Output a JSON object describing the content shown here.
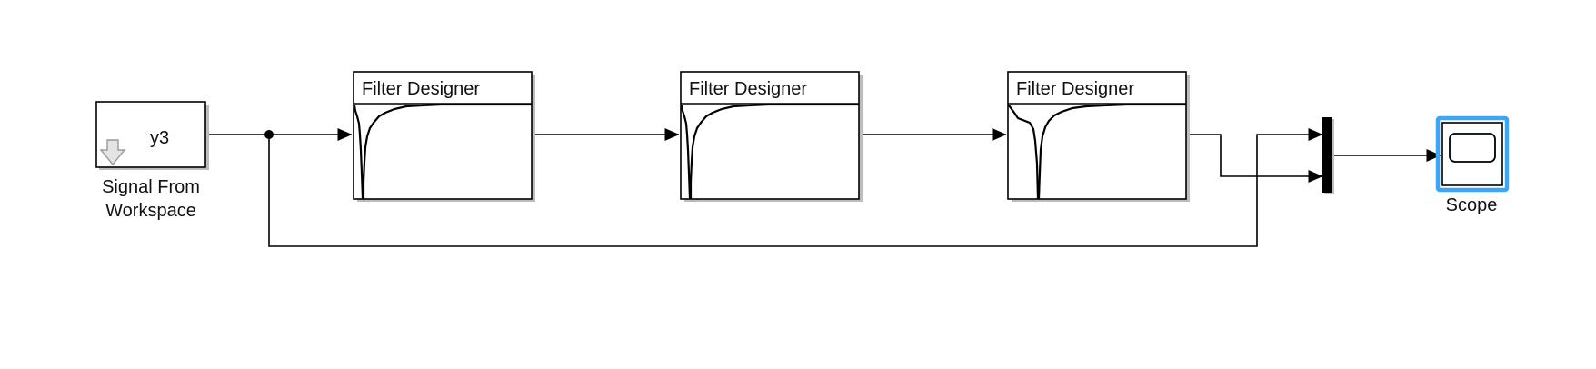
{
  "blocks": {
    "source": {
      "label": "y3",
      "caption_line1": "Signal From",
      "caption_line2": "Workspace",
      "icon": "down-arrow-icon"
    },
    "filters": [
      {
        "title": "Filter Designer"
      },
      {
        "title": "Filter Designer"
      },
      {
        "title": "Filter Designer"
      }
    ],
    "mux": {
      "icon": "mux-bar-icon"
    },
    "scope": {
      "label": "Scope",
      "icon": "scope-screen-icon",
      "selected": true
    }
  },
  "colors": {
    "selection": "#3aa6f5",
    "scope_label": "#1e9af0",
    "line": "#000000",
    "shadow": "#bdbdbd"
  }
}
